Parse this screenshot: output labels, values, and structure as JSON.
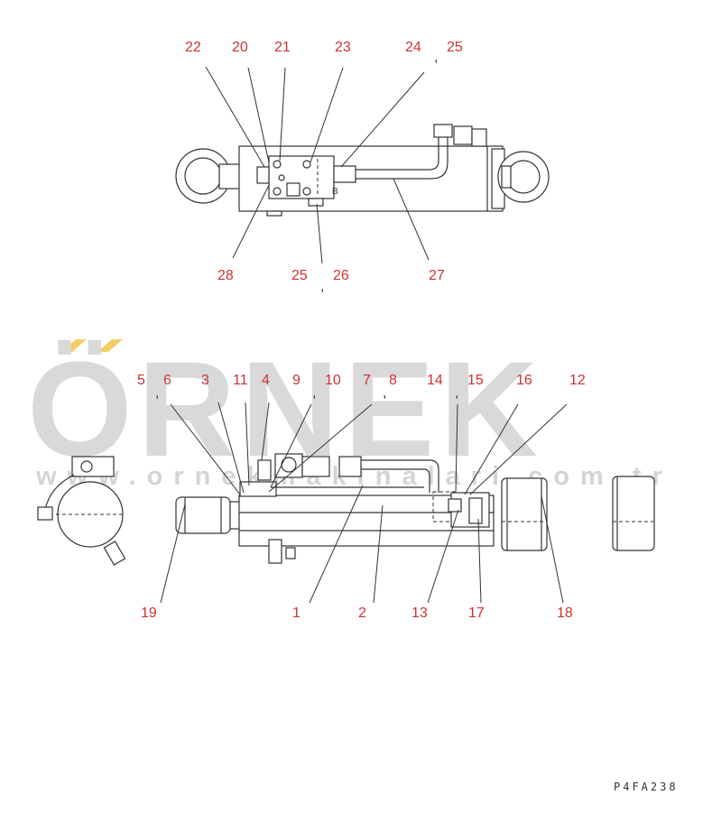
{
  "drawing": {
    "code": "P4FA238",
    "port_label": "B"
  },
  "watermark": {
    "brand": "ÖRNEK",
    "url": "www.ornekmakinalari.com.tr",
    "accent_color": "#f2cf66"
  },
  "top_view": {
    "callouts_top": [
      {
        "id": "22",
        "text": "22"
      },
      {
        "id": "20",
        "text": "20"
      },
      {
        "id": "21",
        "text": "21"
      },
      {
        "id": "23",
        "text": "23"
      },
      {
        "id": "24",
        "text": "24"
      },
      {
        "id": "25",
        "text": "25"
      }
    ],
    "callouts_bottom": [
      {
        "id": "28",
        "text": "28"
      },
      {
        "id": "25b",
        "text": "25"
      },
      {
        "id": "26",
        "text": "26"
      },
      {
        "id": "27",
        "text": "27"
      }
    ]
  },
  "side_view": {
    "callouts_top": [
      {
        "id": "5",
        "text": "5"
      },
      {
        "id": "6",
        "text": "6"
      },
      {
        "id": "3",
        "text": "3"
      },
      {
        "id": "11",
        "text": "11"
      },
      {
        "id": "4",
        "text": "4"
      },
      {
        "id": "9",
        "text": "9"
      },
      {
        "id": "10",
        "text": "10"
      },
      {
        "id": "7",
        "text": "7"
      },
      {
        "id": "8",
        "text": "8"
      },
      {
        "id": "14",
        "text": "14"
      },
      {
        "id": "15",
        "text": "15"
      },
      {
        "id": "16",
        "text": "16"
      },
      {
        "id": "12",
        "text": "12"
      }
    ],
    "callouts_bottom": [
      {
        "id": "19",
        "text": "19"
      },
      {
        "id": "1",
        "text": "1"
      },
      {
        "id": "2",
        "text": "2"
      },
      {
        "id": "13",
        "text": "13"
      },
      {
        "id": "17",
        "text": "17"
      },
      {
        "id": "18",
        "text": "18"
      }
    ]
  }
}
